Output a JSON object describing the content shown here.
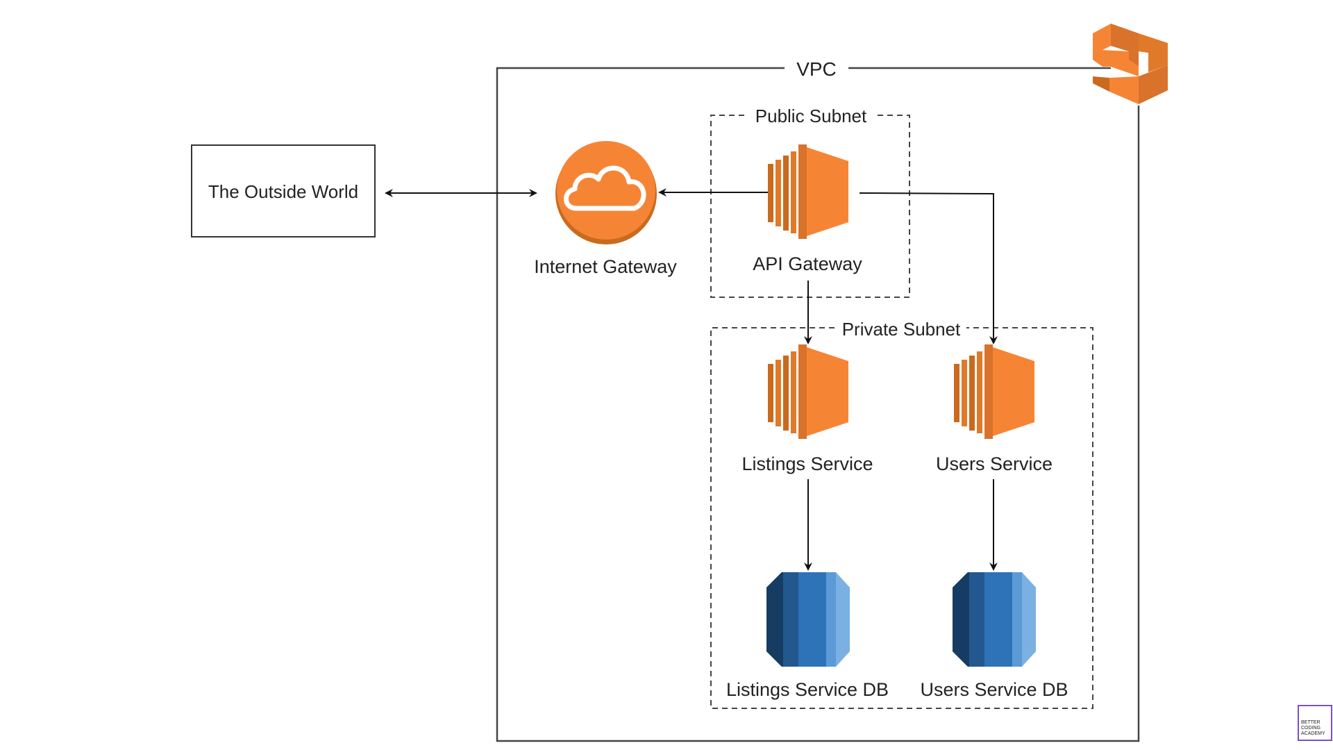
{
  "diagram": {
    "outside_world": "The Outside World",
    "vpc": "VPC",
    "public_subnet": "Public Subnet",
    "private_subnet": "Private Subnet",
    "internet_gateway": "Internet Gateway",
    "api_gateway": "API Gateway",
    "listings_service": "Listings Service",
    "users_service": "Users Service",
    "listings_db": "Listings Service DB",
    "users_db": "Users Service DB"
  },
  "watermark": {
    "line1": "BETTER",
    "line2": "CODING",
    "line3": "ACADEMY"
  },
  "colors": {
    "aws_orange": "#F58535",
    "aws_orange_dark": "#C96A1E",
    "db_blue": "#2E73B8",
    "db_blue_dark": "#1C4A78",
    "db_blue_light": "#5C9AD6",
    "badge_purple": "#7A4FCF"
  }
}
